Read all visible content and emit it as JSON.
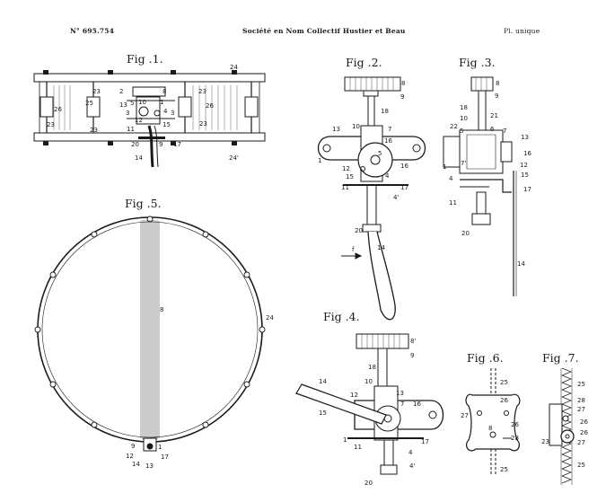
{
  "header": {
    "patent_number": "N° 695.754",
    "applicant": "Société en Nom Collectif Hustier et Beau",
    "sheet": "Pl. unique"
  },
  "figures": [
    {
      "id": "fig1",
      "title": "Fig .1."
    },
    {
      "id": "fig2",
      "title": "Fig .2."
    },
    {
      "id": "fig3",
      "title": "Fig .3."
    },
    {
      "id": "fig4",
      "title": "Fig .4."
    },
    {
      "id": "fig5",
      "title": "Fig .5."
    },
    {
      "id": "fig6",
      "title": "Fig .6."
    },
    {
      "id": "fig7",
      "title": "Fig .7."
    }
  ],
  "labels": {
    "fig1": [
      "24",
      "23",
      "2",
      "8",
      "23",
      "10",
      "1",
      "5",
      "13",
      "25",
      "4",
      "26",
      "3",
      "26",
      "3",
      "12",
      "15",
      "11",
      "23",
      "20",
      "9",
      "17",
      "14",
      "24'",
      "23",
      "23"
    ],
    "fig2": [
      "8",
      "9",
      "18",
      "10",
      "7",
      "13",
      "16",
      "1",
      "12",
      "15",
      "5",
      "4",
      "16",
      "11",
      "17",
      "4'",
      "20",
      "f",
      "14"
    ],
    "fig3": [
      "8",
      "9",
      "18",
      "10",
      "21",
      "22",
      "5",
      "6",
      "7",
      "13",
      "16",
      "12",
      "1",
      "7'",
      "15",
      "4",
      "17",
      "11",
      "20",
      "14"
    ],
    "fig4": [
      "8'",
      "9",
      "18",
      "10",
      "14",
      "12",
      "13",
      "15",
      "7",
      "16",
      "1",
      "11",
      "17",
      "4",
      "20",
      "4'"
    ],
    "fig5": [
      "8",
      "24",
      "9",
      "1",
      "12",
      "14",
      "13",
      "17"
    ],
    "fig6": [
      "25",
      "26",
      "27",
      "26",
      "8",
      "28",
      "25"
    ],
    "fig7": [
      "25",
      "28",
      "27",
      "26",
      "26",
      "23",
      "27",
      "25"
    ]
  }
}
